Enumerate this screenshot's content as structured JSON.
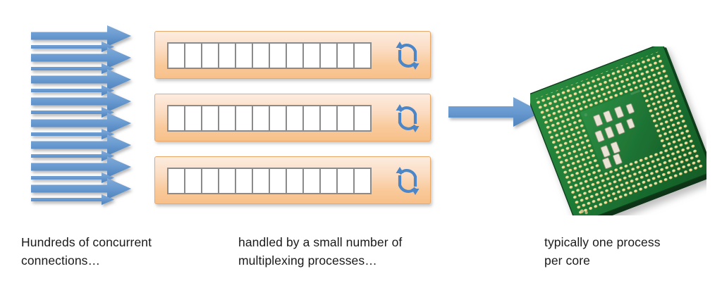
{
  "diagram": {
    "title": "Concurrency model: connections, multiplexing processes, CPU cores",
    "colors": {
      "arrow_blue": "#6a9bd1",
      "arrow_blue_dark": "#4f83bd",
      "box_fill_light": "#fdece0",
      "box_fill_dark": "#f8c08a",
      "box_border": "#e8a868",
      "slot_border": "#8b8b8b",
      "slot_fill": "#ffffff",
      "cycle_arrow": "#4a86c8",
      "pcb_green": "#1e7a35",
      "pin_gold": "#d9c77a",
      "text": "#1a1a1a",
      "background": "#ffffff"
    }
  },
  "connections": {
    "label": "incoming concurrent connections",
    "thick_arrow_count": 8,
    "thin_arrow_count": 8,
    "total_arrow_count": 16
  },
  "processes": {
    "label": "multiplexing processes",
    "box_count": 3,
    "slots_per_box": 12,
    "boxes": [
      {
        "id": "proc-box-1",
        "name": "multiplexing-process-1",
        "cycle_icon": "cycle-arrows-icon"
      },
      {
        "id": "proc-box-2",
        "name": "multiplexing-process-2",
        "cycle_icon": "cycle-arrows-icon"
      },
      {
        "id": "proc-box-3",
        "name": "multiplexing-process-3",
        "cycle_icon": "cycle-arrows-icon"
      }
    ]
  },
  "cpu": {
    "label": "cpu-chip",
    "icon": "cpu-chip-image",
    "arrow_icon": "right-arrow-icon"
  },
  "captions": {
    "left": "Hundreds of concurrent\nconnections…",
    "middle": "handled by a small number of\nmultiplexing processes…",
    "right": "typically one process\nper core"
  }
}
